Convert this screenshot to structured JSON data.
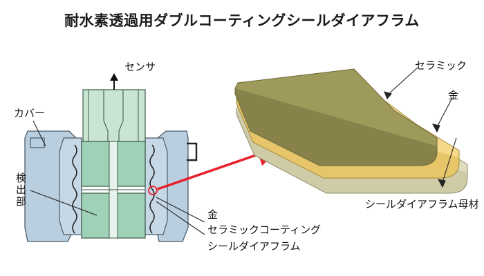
{
  "title": "耐水素透過用ダブルコーティングシールダイアフラム",
  "labels": {
    "sensor": "センサ",
    "cover": "カバー",
    "detector": "検出部",
    "gold_left": "金",
    "ceramic_coating": "セラミックコーティング",
    "seal_diaphragm": "シールダイアフラム",
    "ceramic": "セラミック",
    "gold_right": "金",
    "base_material": "シールダイアフラム母材"
  },
  "colors": {
    "body_blue": "#b9cfe0",
    "inner_green": "#9fd1b7",
    "ceramic_layer": "#9e9a5c",
    "gold_layer": "#f6d98a",
    "base_layer": "#dedcbd",
    "pointer_red": "#e8202a"
  }
}
